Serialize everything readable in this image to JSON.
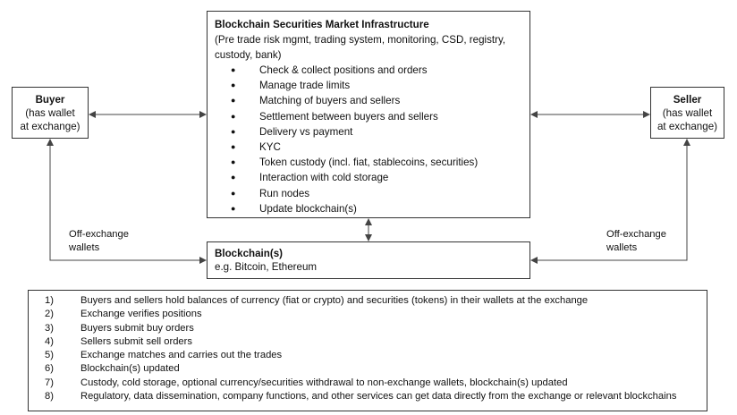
{
  "infrastructure": {
    "title": "Blockchain Securities Market Infrastructure",
    "subtitle": "(Pre trade risk mgmt, trading system, monitoring, CSD, registry, custody, bank)",
    "functions": [
      "Check & collect positions and orders",
      "Manage trade limits",
      "Matching of buyers and sellers",
      "Settlement between buyers and sellers",
      "Delivery vs payment",
      "KYC",
      "Token custody (incl. fiat, stablecoins, securities)",
      "Interaction with cold storage",
      "Run nodes",
      "Update blockchain(s)"
    ]
  },
  "buyer": {
    "title": "Buyer",
    "line1": "(has wallet",
    "line2": "at exchange)"
  },
  "seller": {
    "title": "Seller",
    "line1": "(has wallet",
    "line2": "at exchange)"
  },
  "blockchain": {
    "title": "Blockchain(s)",
    "subtitle": "e.g. Bitcoin, Ethereum"
  },
  "left_label": {
    "line1": "Off-exchange",
    "line2": "wallets"
  },
  "right_label": {
    "line1": "Off-exchange",
    "line2": "wallets"
  },
  "steps": [
    {
      "num": "1)",
      "text": "Buyers and sellers hold balances of currency (fiat or crypto) and securities (tokens) in their wallets at the exchange"
    },
    {
      "num": "2)",
      "text": "Exchange verifies positions"
    },
    {
      "num": "3)",
      "text": "Buyers submit buy orders"
    },
    {
      "num": "4)",
      "text": "Sellers submit sell orders"
    },
    {
      "num": "5)",
      "text": "Exchange matches and carries out the trades"
    },
    {
      "num": "6)",
      "text": "Blockchain(s) updated"
    },
    {
      "num": "7)",
      "text": "Custody, cold storage, optional currency/securities withdrawal to non-exchange wallets, blockchain(s) updated"
    },
    {
      "num": "8)",
      "text": "Regulatory, data dissemination, company functions, and other services can get data directly from the exchange or relevant blockchains"
    }
  ]
}
